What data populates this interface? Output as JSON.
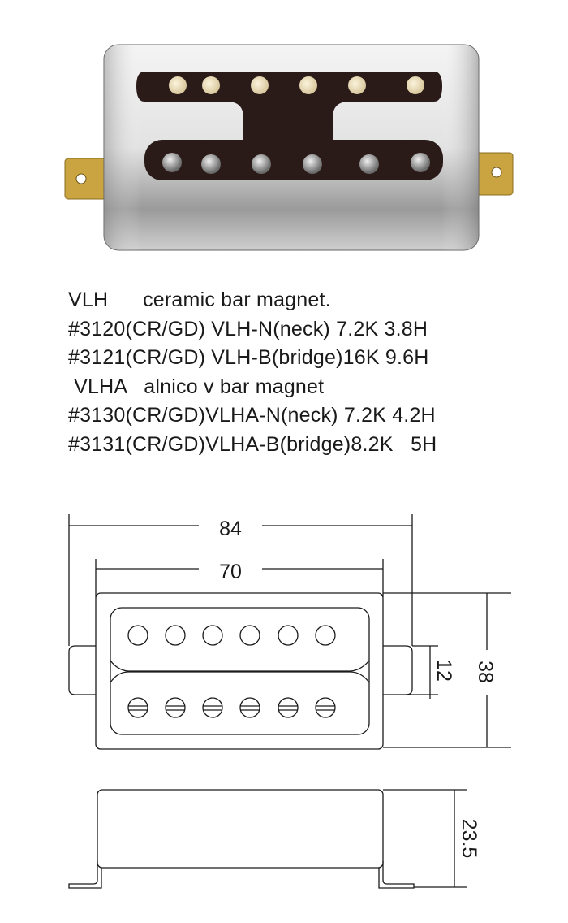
{
  "specs": {
    "lines": [
      "VLH      ceramic bar magnet.",
      "#3120(CR/GD) VLH-N(neck) 7.2K 3.8H",
      "#3121(CR/GD) VLH-B(bridge)16K 9.6H",
      " VLHA   alnico v bar magnet",
      "#3130(CR/GD)VLHA-N(neck) 7.2K 4.2H",
      "#3131(CR/GD)VLHA-B(bridge)8.2K   5H"
    ]
  },
  "dimensions": {
    "overall_length": "84",
    "cover_length": "70",
    "foot_width": "12",
    "cover_width": "38",
    "height": "23.5"
  },
  "colors": {
    "chrome": "#d9d9d9",
    "bobbin": "#2a1a18",
    "brass": "#c9a441",
    "line": "#1a1a1a"
  }
}
